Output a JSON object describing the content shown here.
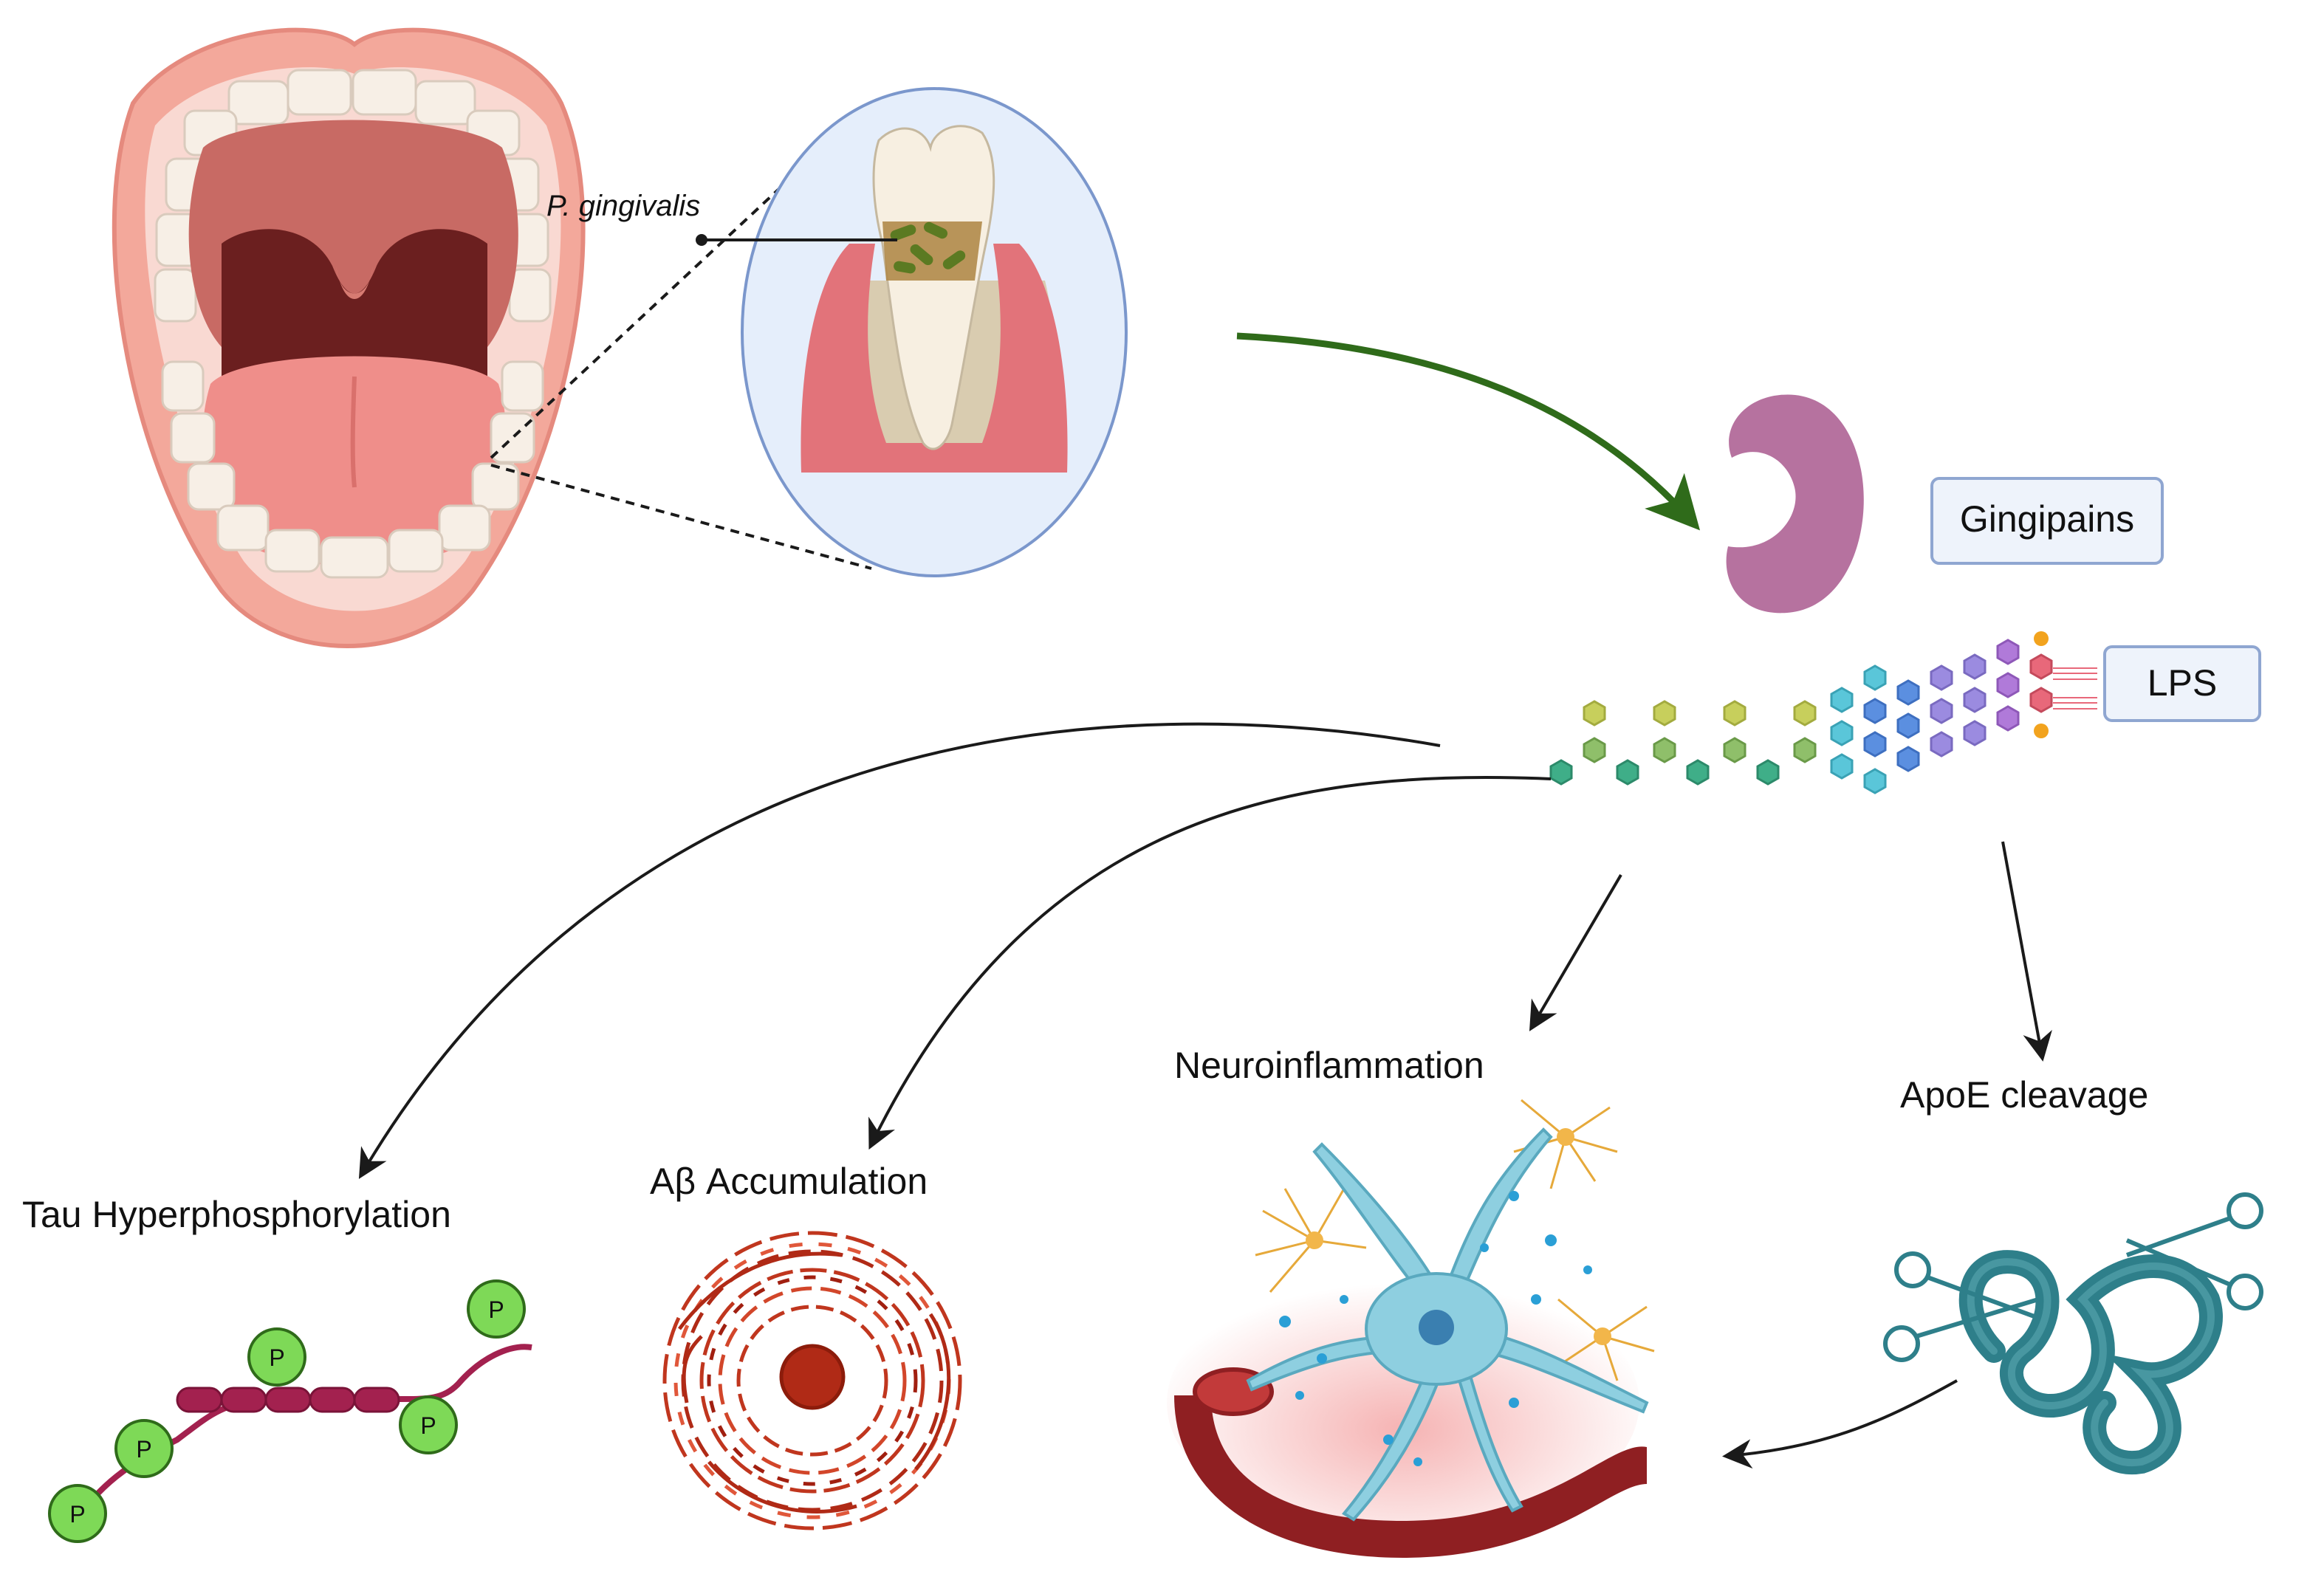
{
  "labels": {
    "bacterium": "P. gingivalis",
    "gingipains": "Gingipains",
    "lps": "LPS",
    "tau": "Tau Hyperphosphorylation",
    "abeta": "Aβ Accumulation",
    "neuroinflammation": "Neuroinflammation",
    "apoe": "ApoE cleavage",
    "phosphate": "P"
  },
  "colors": {
    "arrow_green": "#2f6b1a",
    "arrow_dark": "#1a1a1a",
    "gingipain": "#b6729f",
    "label_box_fill": "#eef3fb",
    "label_box_stroke": "#8fa6d1",
    "phosphate_fill": "#7ed957",
    "tau_chain": "#a3214f",
    "amyloid": "#c0361e",
    "neuron": "#8ecfe0",
    "vessel": "#8f1f22",
    "apoe": "#2e7f8a"
  }
}
